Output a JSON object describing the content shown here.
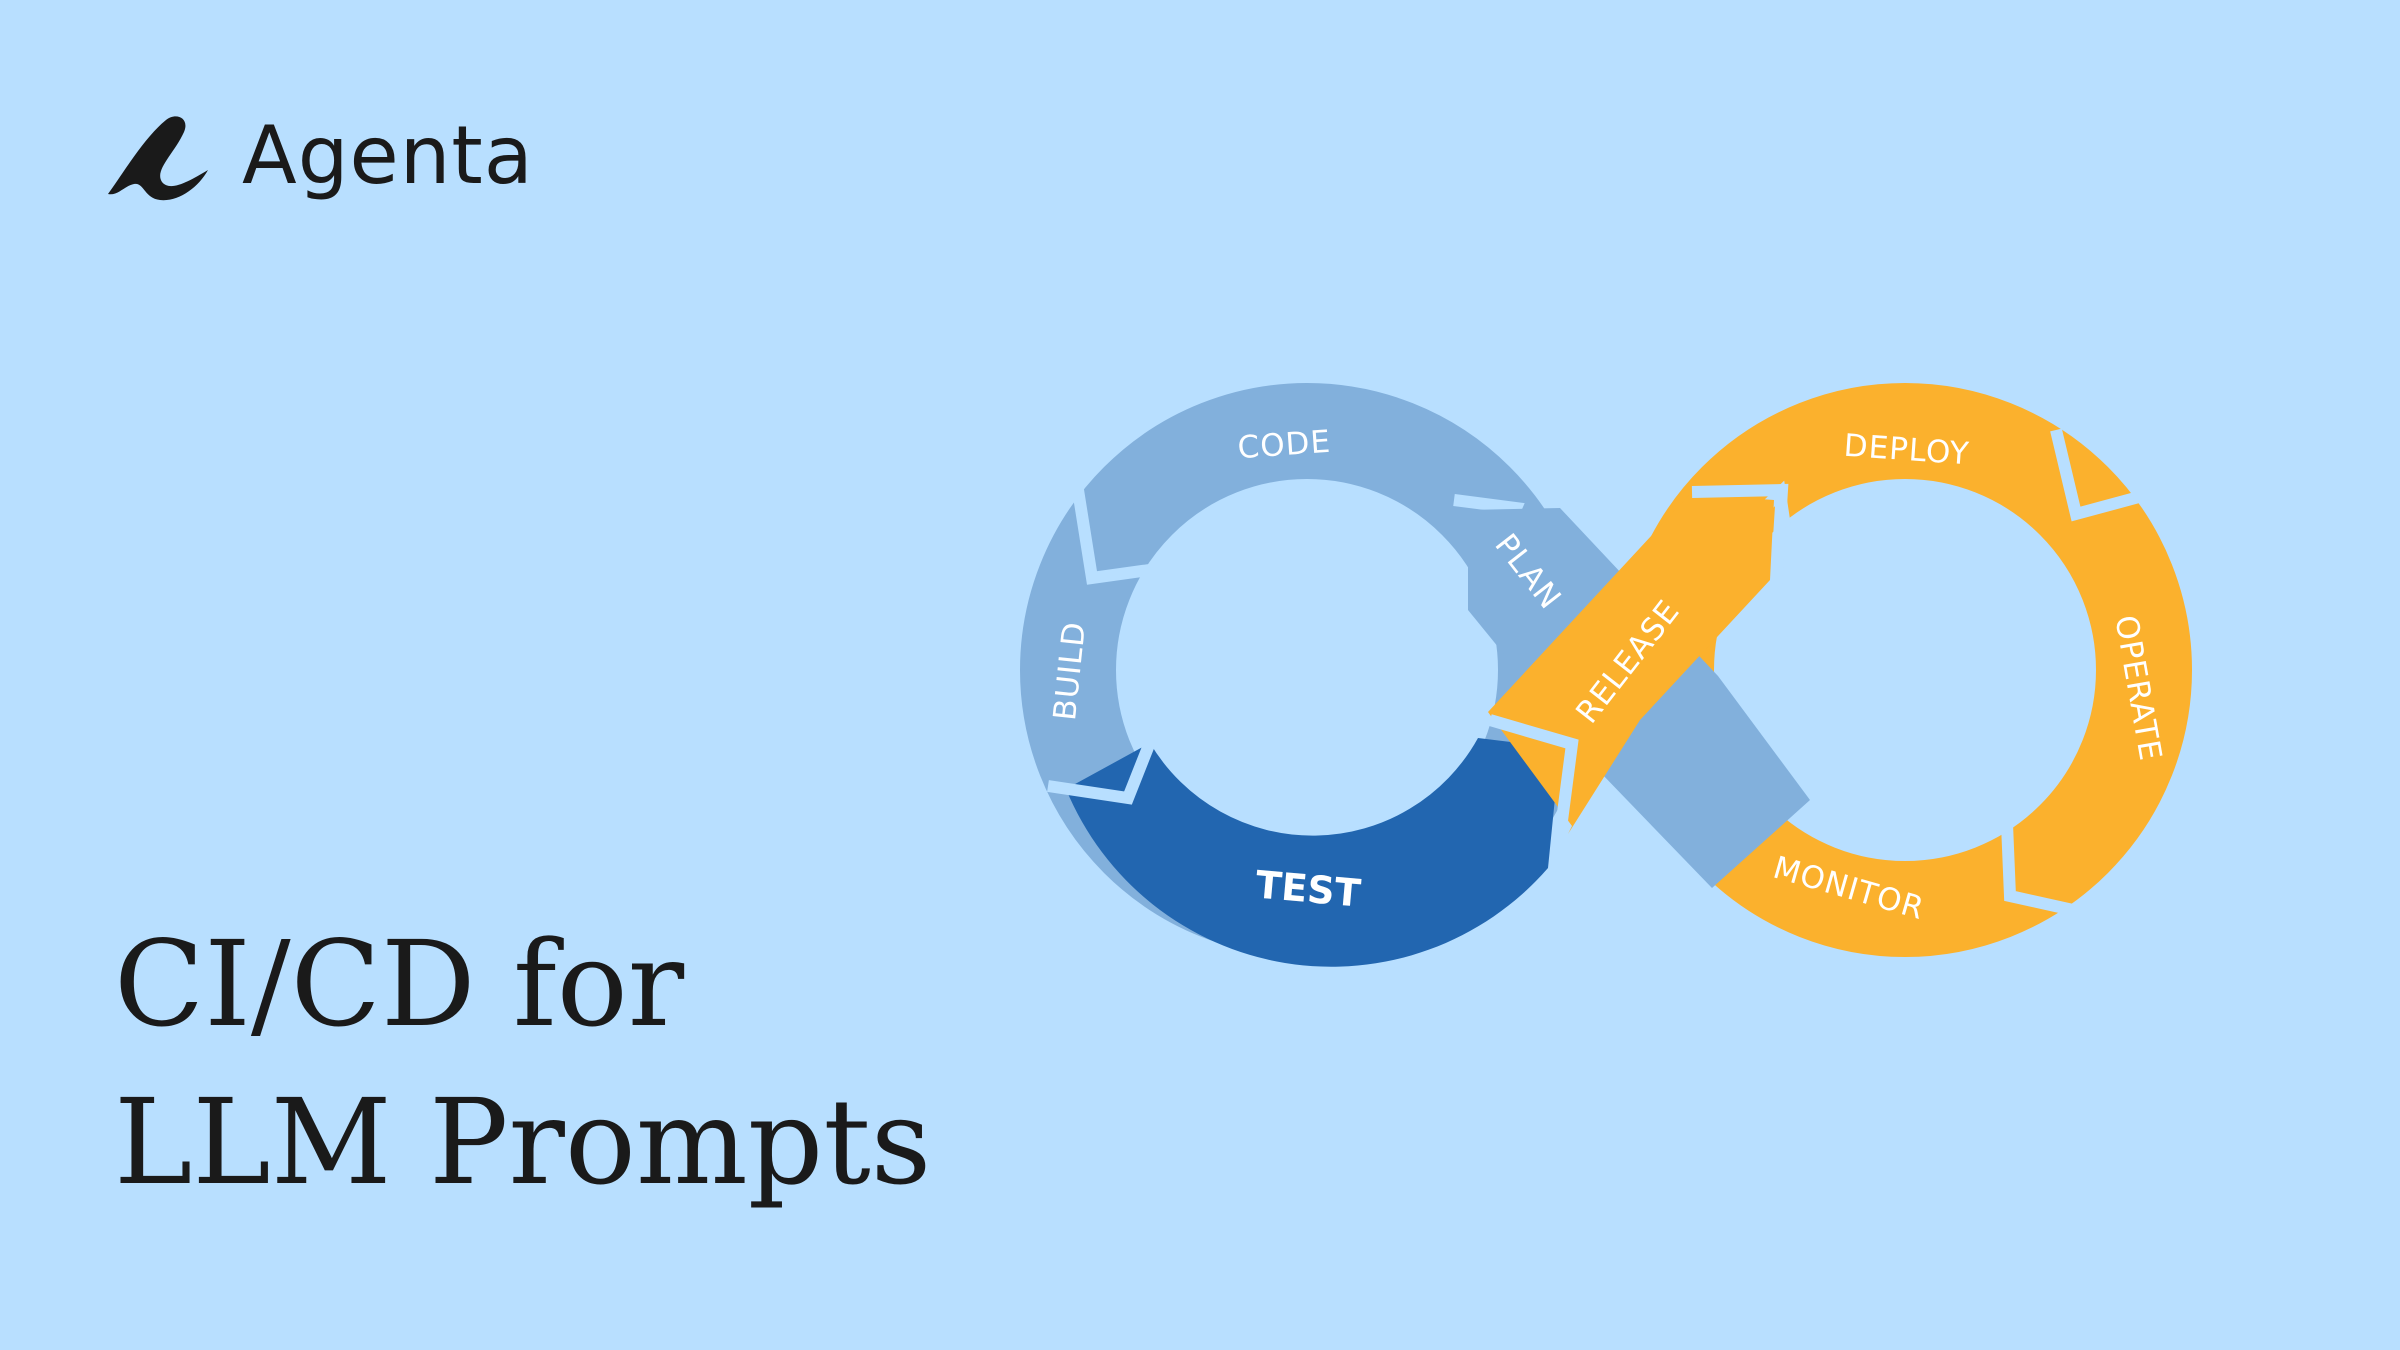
{
  "brand": {
    "name": "Agenta",
    "mark_icon": "agenta-logo-icon"
  },
  "headline": {
    "line1": "CI/CD for",
    "line2": "LLM Prompts"
  },
  "diagram": {
    "stages": {
      "code": "CODE",
      "build": "BUILD",
      "test": "TEST",
      "plan": "PLAN",
      "release": "RELEASE",
      "deploy": "DEPLOY",
      "operate": "OPERATE",
      "monitor": "MONITOR"
    },
    "colors": {
      "background": "#b8dfff",
      "dev_light": "#82b0dc",
      "dev_dark": "#2266b0",
      "ops": "#fbb12d",
      "text": "#1a1a1a"
    }
  }
}
